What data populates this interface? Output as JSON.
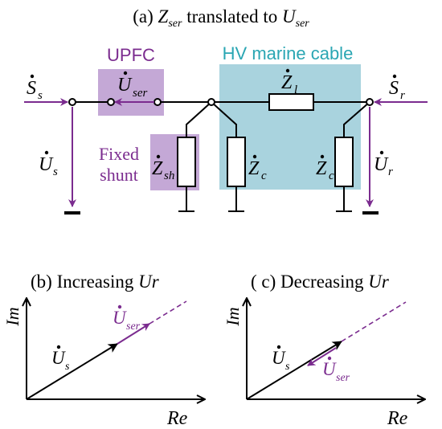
{
  "colors": {
    "purple": "#7b2c8f",
    "purple_fill": "#c4a8d6",
    "cyan_fill": "#a9d3de",
    "cyan_text": "#2aa6b3",
    "line": "#000000"
  },
  "circuit": {
    "title": {
      "prefix": "(a) ",
      "z_main": "Z",
      "z_sub": "ser",
      "middle": " translated to ",
      "u_main": "U",
      "u_sub": "ser"
    },
    "upfc_label": "UPFC",
    "cable_label": "HV marine cable",
    "shunt_label_line1": "Fixed",
    "shunt_label_line2": "shunt",
    "labels": {
      "Ss": {
        "main": "S",
        "sub": "s"
      },
      "Sr": {
        "main": "S",
        "sub": "r"
      },
      "Useries": {
        "main": "U",
        "sub": "ser"
      },
      "Zl": {
        "main": "Z",
        "sub": "l"
      },
      "Us": {
        "main": "U",
        "sub": "s"
      },
      "Ur": {
        "main": "U",
        "sub": "r"
      },
      "Zsh": {
        "main": "Z",
        "sub": "sh"
      },
      "Zc1": {
        "main": "Z",
        "sub": "c"
      },
      "Zc2": {
        "main": "Z",
        "sub": "c"
      }
    }
  },
  "phasors": {
    "b": {
      "title_text": "(b) Increasing ",
      "title_var": "Ur",
      "y_axis": "Im",
      "x_axis": "Re",
      "us": {
        "main": "U",
        "sub": "s"
      },
      "user": {
        "main": "U",
        "sub": "ser"
      }
    },
    "c": {
      "title_text": "( c) Decreasing ",
      "title_var": "Ur",
      "y_axis": "Im",
      "x_axis": "Re",
      "us": {
        "main": "U",
        "sub": "s"
      },
      "user": {
        "main": "U",
        "sub": "ser"
      }
    }
  }
}
